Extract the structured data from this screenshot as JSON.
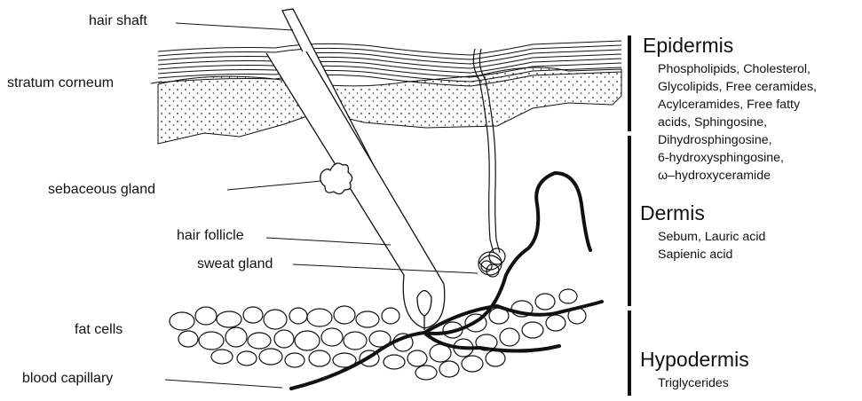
{
  "labels": {
    "hair_shaft": "hair shaft",
    "stratum_corneum": "stratum corneum",
    "sebaceous_gland": "sebaceous gland",
    "hair_follicle": "hair follicle",
    "sweat_gland": "sweat gland",
    "fat_cells": "fat cells",
    "blood_capillary": "blood capillary"
  },
  "layers": {
    "epidermis": {
      "title": "Epidermis",
      "lines": [
        "Phospholipids, Cholesterol,",
        "Glycolipids, Free ceramides,",
        "Acylceramides, Free fatty",
        "acids, Sphingosine,",
        "Dihydrosphingosine,",
        "6-hydroxysphingosine,",
        "ω–hydroxyceramide"
      ]
    },
    "dermis": {
      "title": "Dermis",
      "lines": [
        "Sebum, Lauric acid",
        "Sapienic acid"
      ]
    },
    "hypodermis": {
      "title": "Hypodermis",
      "lines": [
        "Triglycerides"
      ]
    }
  },
  "colors": {
    "ink": "#111111",
    "background": "#ffffff"
  }
}
